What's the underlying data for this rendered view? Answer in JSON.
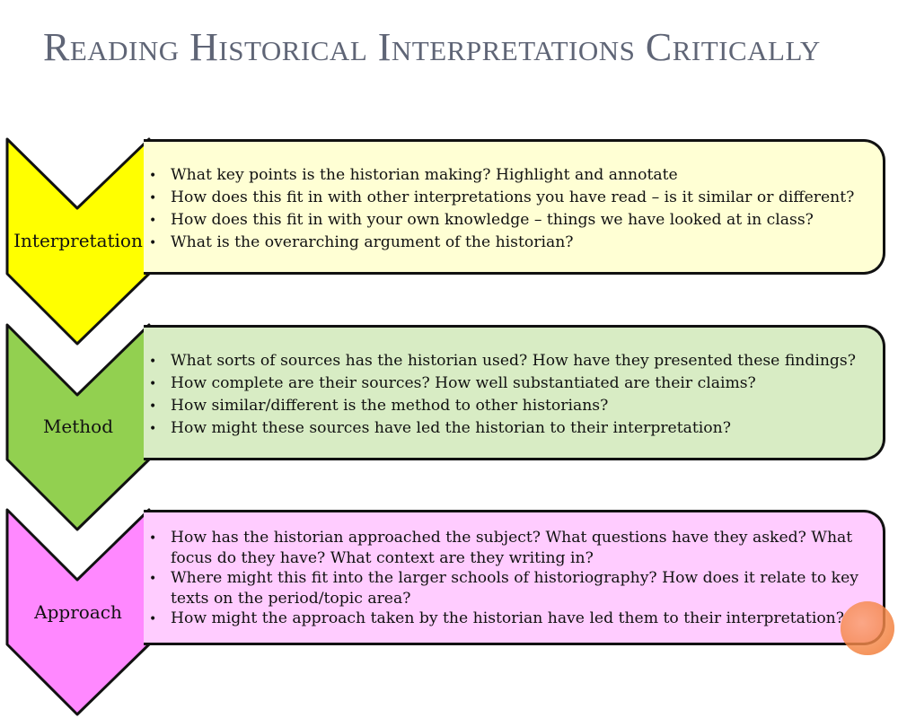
{
  "title": "Reading Historical Interpretations Critically",
  "colors": {
    "interpretation_arrow": "#ffff00",
    "interpretation_box": "#ffffd4",
    "method_arrow": "#92d050",
    "method_box": "#d8ecc4",
    "approach_arrow": "#ff88ff",
    "approach_box": "#ffccff",
    "title": "#5f6576",
    "accent_dot": "#f07832"
  },
  "stages": [
    {
      "label": "Interpretation",
      "points": [
        "What key points is the historian making? Highlight and annotate",
        "How does this fit in with other interpretations you have read – is it similar or different?",
        "How does this fit in with your own knowledge – things we have looked at in class?",
        "What is the overarching argument of the historian?"
      ]
    },
    {
      "label": "Method",
      "points": [
        "What sorts of sources has the historian used? How have they presented these findings?",
        "How complete are their sources? How well substantiated are their claims?",
        "How similar/different is the method to other historians?",
        "How might these sources have led the historian to their interpretation?"
      ]
    },
    {
      "label": "Approach",
      "points": [
        "How has the historian approached the subject? What questions have they asked? What focus do they have? What context are they writing in?",
        "Where might this fit into the larger schools of historiography? How does it relate to key texts on the period/topic area?",
        "How might the approach taken by the historian have led them to their interpretation?"
      ]
    }
  ]
}
